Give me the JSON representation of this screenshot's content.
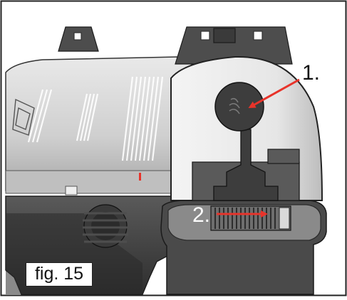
{
  "figure": {
    "label": "fig. 15",
    "callouts": [
      {
        "id": "1",
        "text": "1."
      },
      {
        "id": "2",
        "text": "2."
      }
    ],
    "colors": {
      "arrow": "#e8332a",
      "frame_border": "#222222",
      "slide_light": "#d7d7d7",
      "slide_shadow": "#8c8c8c",
      "frame_dark": "#3f3f3f"
    }
  }
}
